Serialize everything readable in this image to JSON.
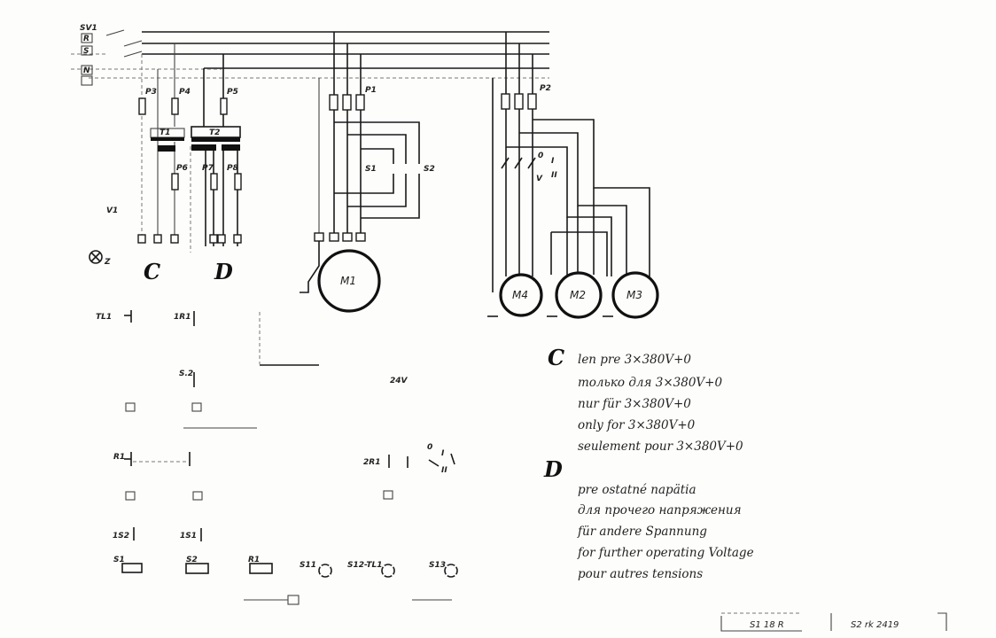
{
  "supply": {
    "labels": [
      "SV1",
      "R",
      "S",
      "N"
    ]
  },
  "components": {
    "P1": "P1",
    "P2": "P2",
    "P3": "P3",
    "P4": "P4",
    "P5": "P5",
    "P6": "P6",
    "P7": "P7",
    "P8": "P8",
    "T1": "T1",
    "T2": "T2",
    "S1": "S1",
    "S2": "S2",
    "V1": "V1",
    "M1": "M1",
    "M2": "M2",
    "M3": "M3",
    "M4": "M4",
    "sw_0": "0",
    "sw_I": "I",
    "sw_II": "II",
    "sw_V": "V",
    "lamp_z": "Z"
  },
  "outputs": {
    "C": "C",
    "D": "D"
  },
  "control": {
    "TL1": "TL1",
    "1R1": "1R1",
    "S2c": "S.2",
    "R1": "R1",
    "1S2": "1S2",
    "1S1": "1S1",
    "coil_S1": "S1",
    "coil_S2": "S2",
    "coil_R1": "R1",
    "lamp_S11": "S11",
    "lamp_S12": "S12-TL1",
    "lamp_S13": "S13",
    "v24": "24V",
    "2R1": "2R1",
    "sel_0": "0",
    "sel_I": "I",
    "sel_II": "II"
  },
  "legend": {
    "C_label": "C",
    "C_lines": [
      "len pre 3×380V+0",
      "только для 3×380V+0",
      "nur für 3×380V+0",
      "only for 3×380V+0",
      "seulement pour 3×380V+0"
    ],
    "D_label": "D",
    "D_lines": [
      "pre ostatné napätia",
      "для прочего напряжения",
      "für andere Spannung",
      "for further operating Voltage",
      "pour autres tensions"
    ]
  },
  "footer": {
    "left": "S1 18 R",
    "right": "S2 rk 2419"
  }
}
